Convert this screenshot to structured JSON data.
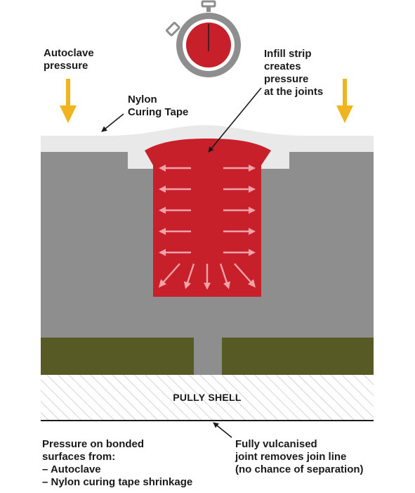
{
  "labels": {
    "autoclave": [
      "Autoclave",
      "pressure"
    ],
    "nylon": [
      "Nylon",
      "Curing Tape"
    ],
    "infill": [
      "Infill strip",
      "creates",
      "pressure",
      "at the joints"
    ],
    "pully_shell": "PULLY SHELL",
    "bonded": [
      "Pressure on bonded",
      "surfaces from:",
      "– Autoclave",
      "– Nylon curing tape shrinkage"
    ],
    "vulcanised": [
      "Fully vulcanised",
      "joint removes join line",
      "(no chance of separation)"
    ]
  },
  "colors": {
    "pressure_arrow": "#f0b41e",
    "infill": "#c8202a",
    "rubber": "#8e8e8e",
    "tape": "#e9e9e9",
    "olive": "#585a25",
    "hatch": "#c9c9c9",
    "inner_arrow": "#f2a3a8",
    "line": "#1a1a1a"
  },
  "icons": [
    "stopwatch-icon"
  ]
}
